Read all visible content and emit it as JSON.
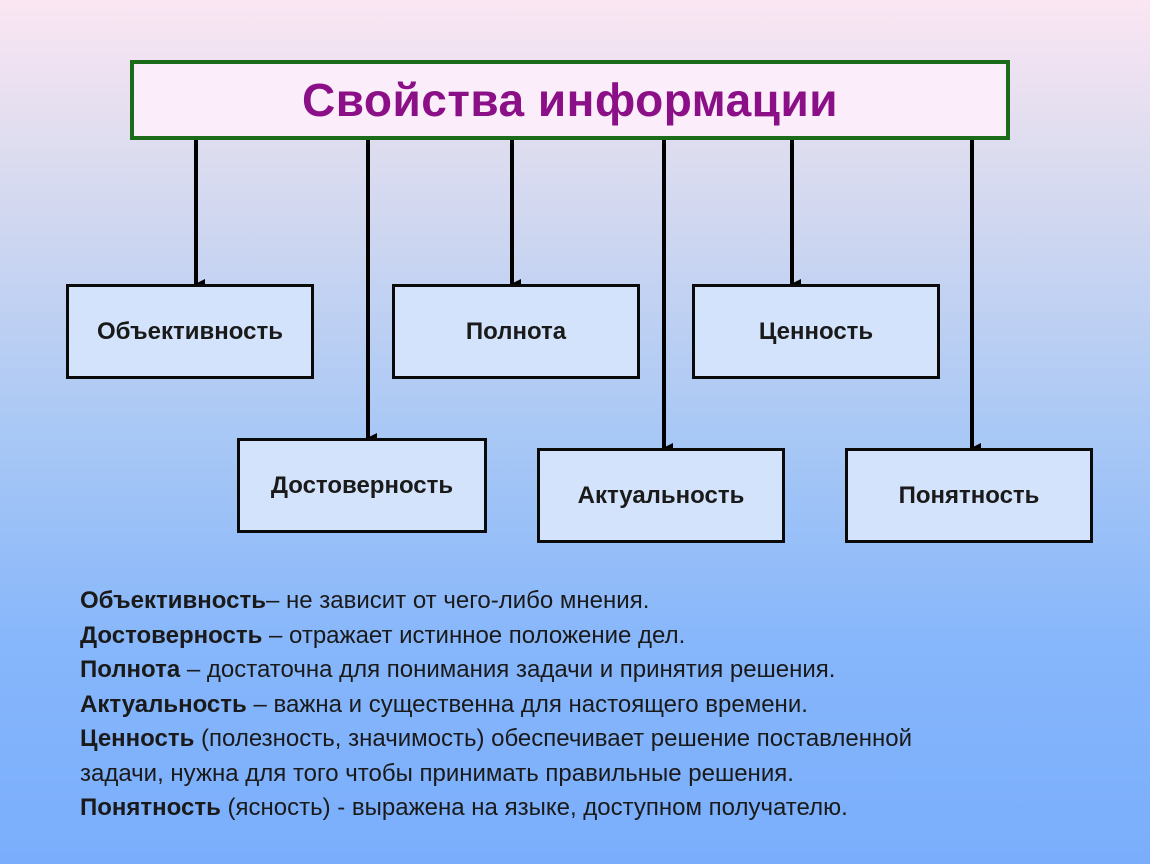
{
  "title": "Свойства информации",
  "nodes": {
    "objectivity": "Объективность",
    "completeness": "Полнота",
    "value": "Ценность",
    "reliability": "Достоверность",
    "relevance": "Актуальность",
    "clarity": "Понятность"
  },
  "definitions": [
    {
      "term": "Объективность",
      "text": "– не зависит от чего-либо мнения."
    },
    {
      "term": "Достоверность",
      "text": " – отражает истинное положение дел."
    },
    {
      "term": "Полнота",
      "text": " – достаточна для понимания задачи и принятия решения."
    },
    {
      "term": "Актуальность",
      "text": " – важна и существенна для настоящего времени."
    },
    {
      "term": "Ценность",
      "text": " (полезность, значимость) обеспечивает решение поставленной"
    },
    {
      "term": "",
      "text": "задачи, нужна для того чтобы принимать правильные решения."
    },
    {
      "term": "Понятность",
      "text": " (ясность) - выражена на языке, доступном получателю."
    }
  ],
  "colors": {
    "title_text": "#8b0f87",
    "title_border": "#1b6b1b",
    "title_fill": "#fbeefa",
    "node_fill": "#d3e3fb"
  }
}
